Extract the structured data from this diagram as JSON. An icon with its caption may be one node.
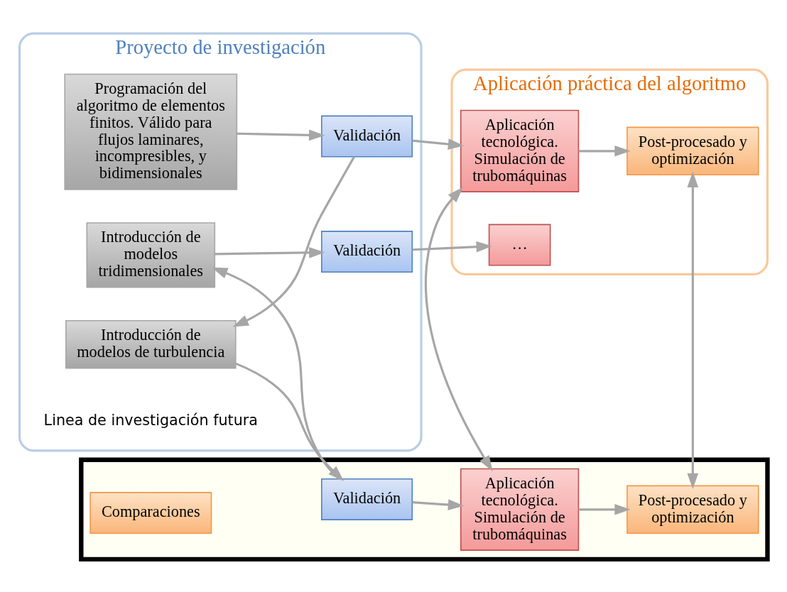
{
  "diagram": {
    "nodes": [
      {
        "text": [
          "Proyecto de investigación"
        ]
      },
      {
        "text": [
          "Programación del algoritmo de elementos finitos. Válido para flujos laminares, incompresibles, y bidimensionales"
        ],
        "in": 0
      },
      {
        "text": [
          "Validación"
        ],
        "in": 0
      },
      {
        "text": [
          "Aplicación práctica del algoritmo"
        ]
      },
      {
        "text": [
          "Aplicación tecnológica. Simulación de trubomáquinas"
        ],
        "in": 3
      },
      {
        "text": [
          "Post-procesado y optimización"
        ],
        "in": 3
      },
      {
        "text": [],
        "shape": "box"
      },
      {
        "text": [
          "Comparaciones"
        ],
        "in": 6
      },
      {
        "text": [
          "Introducción de modelos de turbulencia"
        ],
        "in": 0
      },
      {
        "text": [
          "Validación"
        ],
        "in": 6
      },
      {
        "text": [
          "Aplicación tecnológica. Simulación de trubomáquinas"
        ],
        "in": 6
      },
      {
        "text": [
          "Post-procesado y optimización"
        ],
        "in": 6
      },
      {
        "text": [
          "Introducción de modelos tridimensionales"
        ],
        "in": 0
      },
      {
        "text": [
          "Validación"
        ],
        "in": 0
      },
      {
        "text": [
          "…"
        ],
        "in": 3
      }
    ],
    "edges": [
      {
        "from": 1,
        "to": 2,
        "arrow": "to"
      },
      {
        "from": 2,
        "to": 4,
        "arrow": "to"
      },
      {
        "from": 4,
        "to": 5,
        "arrow": "to"
      },
      {
        "from": 2,
        "to": 8,
        "arrow": "to"
      },
      {
        "from": 4,
        "to": 10,
        "arrow": "both"
      },
      {
        "from": 5,
        "to": 11,
        "arrow": "both"
      },
      {
        "from": 8,
        "to": 9,
        "arrow": "to"
      },
      {
        "from": 9,
        "to": 10,
        "arrow": "to"
      },
      {
        "from": 10,
        "to": 11,
        "arrow": "to"
      },
      {
        "from": 9,
        "to": 12,
        "arrow": "to"
      },
      {
        "from": 12,
        "to": 13,
        "arrow": "to"
      },
      {
        "from": 13,
        "to": 14,
        "arrow": "to"
      }
    ],
    "labels": [
      "Linea de investigación futura"
    ]
  }
}
